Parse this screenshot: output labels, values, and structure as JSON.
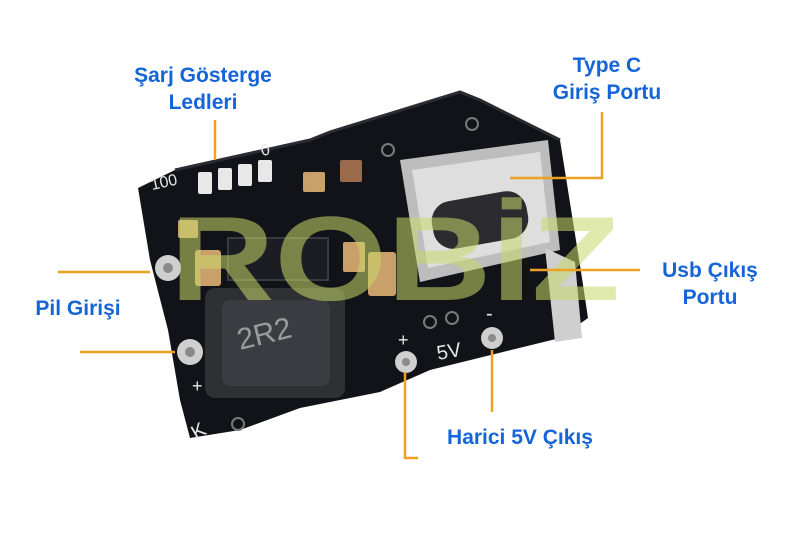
{
  "annotations": {
    "charge_leds": {
      "line1": "Şarj Gösterge",
      "line2": "Ledleri"
    },
    "type_c_input": {
      "line1": "Type C",
      "line2": "Giriş Portu"
    },
    "usb_output": {
      "line1": "Usb Çıkış",
      "line2": "Portu"
    },
    "battery_input": {
      "line1": "Pil Girişi"
    },
    "external_5v_output": {
      "line1": "Harici 5V Çıkış"
    }
  },
  "board_silkscreen": {
    "led_percent_high": "100",
    "led_percent_low": "0",
    "inductor_code": "2R2",
    "out_plus": "+",
    "out_voltage": "5V",
    "out_minus": "-",
    "battery_plus": "+",
    "k_mark": "K"
  },
  "watermark": "ROBİZ",
  "colors": {
    "label_text": "#1565d8",
    "leader_line": "#f0a020",
    "pcb": "#121318",
    "watermark": "#c8d86a"
  }
}
